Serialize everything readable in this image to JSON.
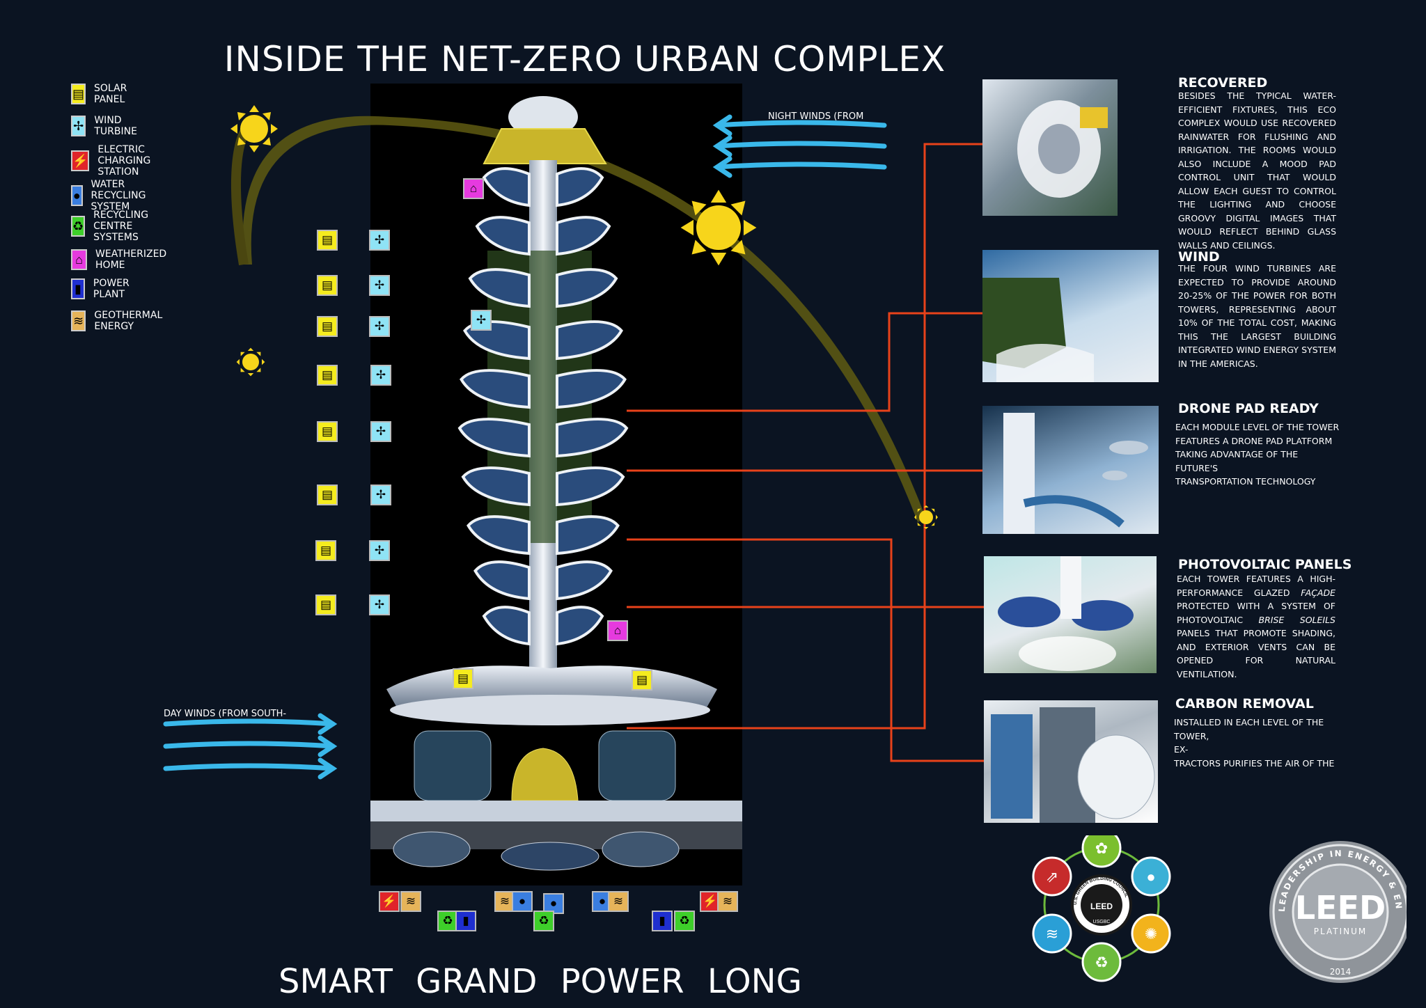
{
  "title": "INSIDE THE NET-ZERO URBAN COMPLEX",
  "bottom_title": "SMART  GRAND  POWER   LONG",
  "legend": [
    {
      "label": "SOLAR PANEL",
      "icon": "solar-panel-icon",
      "color": "#f5ec1e",
      "glyph": "▤"
    },
    {
      "label": "WIND TURBINE",
      "icon": "wind-turbine-icon",
      "color": "#8fe3f5",
      "glyph": "✢"
    },
    {
      "label": "ELECTRIC CHARGING STATION",
      "icon": "charging-station-icon",
      "color": "#e0242a",
      "glyph": "⚡"
    },
    {
      "label": "WATER RECYCLING SYSTEM",
      "icon": "water-drop-icon",
      "color": "#3a7ee0",
      "glyph": "●"
    },
    {
      "label": "RECYCLING CENTRE SYSTEMS",
      "icon": "recycling-icon",
      "color": "#3ecf2a",
      "glyph": "♻"
    },
    {
      "label": "WEATHERIZED HOME",
      "icon": "weatherized-home-icon",
      "color": "#e63adf",
      "glyph": "⌂"
    },
    {
      "label": "POWER PLANT",
      "icon": "power-plant-icon",
      "color": "#1f2fd0",
      "glyph": "▮"
    },
    {
      "label": "GEOTHERMAL ENERGY",
      "icon": "geothermal-icon",
      "color": "#e6b45a",
      "glyph": "≋"
    }
  ],
  "winds": {
    "night": "NIGHT WINDS (FROM",
    "day": "DAY WINDS (FROM SOUTH-"
  },
  "panels": [
    {
      "title": "RECOVERED",
      "body": "Besides the typical water-efficient fixtures, this eco complex would use recovered rainwater for flushing and irrigation. The rooms would also include a mood pad control unit that would allow each guest to control the lighting and choose groovy digital images that would reflect behind glass walls and ceilings."
    },
    {
      "title": "WIND",
      "body": "The four wind turbines are expected to provide around 20-25% of the power for both towers, representing about 10% of the total cost, making this the largest building integrated wind energy system in the Americas."
    },
    {
      "title": "DRONE PAD READY",
      "body_lines": [
        "EACH MODULE LEVEL OF THE TOWER",
        "FEATURES A DRONE PAD PLATFORM",
        "TAKING ADVANTAGE OF THE",
        "FUTURE'S",
        "TRANSPORTATION TECHNOLOGY"
      ]
    },
    {
      "title": "PHOTOVOLTAIC PANELS",
      "body_parts": [
        "Each tower features a high-performance glazed ",
        "façade",
        " protected with a system of photovoltaic ",
        "brise soleils",
        " panels that promote shading, and exterior vents can be opened for natural ventilation."
      ]
    },
    {
      "title": "CARBON REMOVAL",
      "body_lines": [
        "INSTALLED IN EACH LEVEL OF THE TOWER,",
        "EX-",
        "TRACTORS PURIFIES THE AIR OF THE"
      ]
    }
  ],
  "leed": {
    "center_ring": "U.S. GREEN BUILDING COUNCIL",
    "center_bottom": "USGBC",
    "center_leed": "LEED",
    "badge_ring": "LEADERSHIP IN ENERGY & ENVIRONMENTAL DESIGN",
    "badge_word": "LEED",
    "badge_level": "PLATINUM",
    "badge_year": "2014",
    "circle_colors": [
      "#c62b2b",
      "#7bbf2e",
      "#3bb0d6",
      "#f2b31c",
      "#6dbb3c",
      "#2a9fd6"
    ]
  },
  "colors": {
    "background": "#0b1422",
    "leader_line": "#e8421a",
    "wind_arrow": "#3ab8ea",
    "sun": "#f7d51b",
    "sun_path": "#6e6a16"
  }
}
